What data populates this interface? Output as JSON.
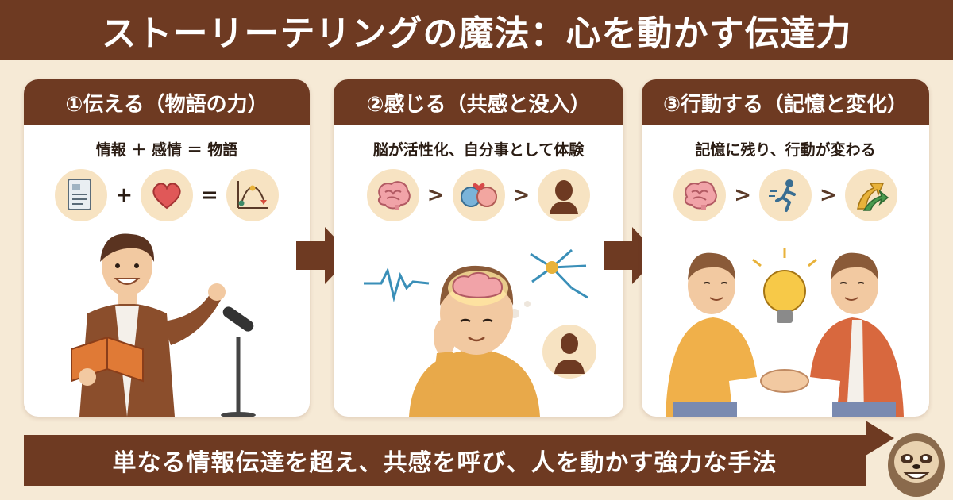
{
  "title": "ストーリーテリングの魔法：心を動かす伝達力",
  "cards": [
    {
      "header": "①伝える（物語の力）",
      "subtitle": "情報 ＋ 感情 ＝ 物語",
      "operators": [
        "+",
        "="
      ],
      "icons": [
        "document-icon",
        "heart-icon",
        "story-arc-icon"
      ]
    },
    {
      "header": "②感じる（共感と没入）",
      "subtitle": "脳が活性化、自分事として体験",
      "operators": [
        ">",
        ">"
      ],
      "icons": [
        "brain-icon",
        "empathy-heads-icon",
        "person-silhouette-icon"
      ]
    },
    {
      "header": "③行動する（記憶と変化）",
      "subtitle": "記憶に残り、行動が変わる",
      "operators": [
        ">",
        ">"
      ],
      "icons": [
        "brain-icon",
        "running-person-icon",
        "growth-arrows-icon"
      ]
    }
  ],
  "footer": "単なる情報伝達を超え、共感を呼び、人を動かす強力な手法",
  "colors": {
    "brand": "#6e3a22",
    "background": "#f6ead6",
    "card": "#ffffff",
    "icon_bg": "#f7e3c2"
  }
}
